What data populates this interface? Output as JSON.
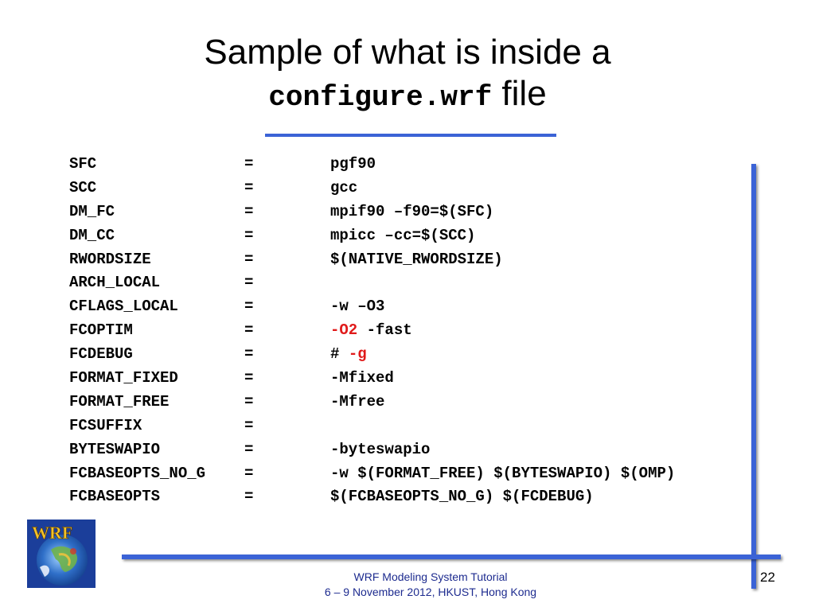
{
  "title": {
    "line1": "Sample of what is inside a",
    "code": "configure.wrf",
    "suffix": " file"
  },
  "config_rows": [
    {
      "key": "SFC",
      "eq": "=",
      "value": "pgf90"
    },
    {
      "key": "SCC",
      "eq": "=",
      "value": "gcc"
    },
    {
      "key": "DM_FC",
      "eq": "=",
      "value": "mpif90 –f90=$(SFC)"
    },
    {
      "key": "DM_CC",
      "eq": "=",
      "value": "mpicc –cc=$(SCC)"
    },
    {
      "key": "RWORDSIZE",
      "eq": "=",
      "value": "$(NATIVE_RWORDSIZE)"
    },
    {
      "key": "ARCH_LOCAL",
      "eq": "=",
      "value": ""
    },
    {
      "key": "CFLAGS_LOCAL",
      "eq": "=",
      "value": "-w –O3"
    },
    {
      "key": "FCOPTIM",
      "eq": "=",
      "value_red": "-O2",
      "value_rest": " -fast"
    },
    {
      "key": "FCDEBUG",
      "eq": "=",
      "value_pre": "# ",
      "value_red": "-g"
    },
    {
      "key": "FORMAT_FIXED",
      "eq": "=",
      "value": "-Mfixed"
    },
    {
      "key": "FORMAT_FREE",
      "eq": "=",
      "value": "-Mfree"
    },
    {
      "key": "FCSUFFIX",
      "eq": "=",
      "value": ""
    },
    {
      "key": "BYTESWAPIO",
      "eq": "=",
      "value": "-byteswapio"
    },
    {
      "key": "FCBASEOPTS_NO_G",
      "eq": "=",
      "value": "-w $(FORMAT_FREE) $(BYTESWAPIO) $(OMP)"
    },
    {
      "key": "FCBASEOPTS",
      "eq": "=",
      "value": "$(FCBASEOPTS_NO_G) $(FCDEBUG)"
    }
  ],
  "logo": {
    "text": "WRF",
    "icon": "wrf-logo-globe"
  },
  "footer": {
    "line1": "WRF Modeling System Tutorial",
    "line2": "6 – 9 November 2012, HKUST, Hong Kong"
  },
  "page_number": "22",
  "colors": {
    "accent": "#3b63d6",
    "highlight": "#e01a1a",
    "footer_text": "#1d2b8f"
  }
}
